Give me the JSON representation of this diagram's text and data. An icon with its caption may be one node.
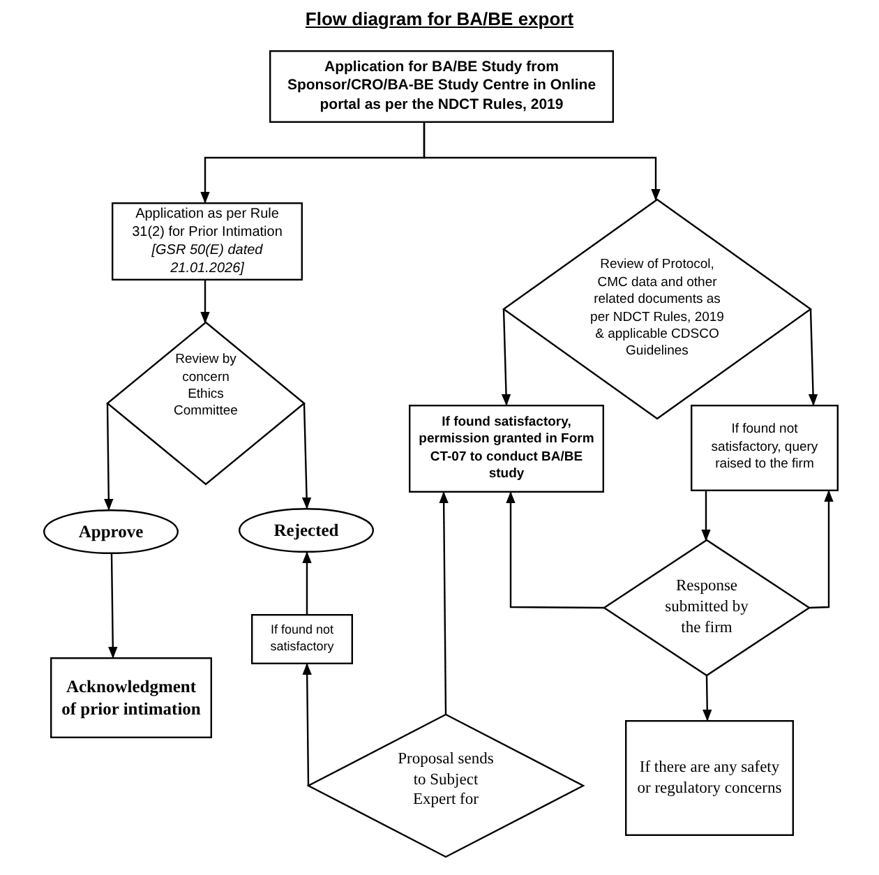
{
  "diagram": {
    "title": "Flow diagram for BA/BE export",
    "nodes": [
      {
        "text": [
          "Application for BA/BE Study from Sponsor/CRO/BA-BE Study Centre in Online portal as per the NDCT Rules, 2019"
        ]
      },
      {
        "text": [
          "Application as per Rule 31(2) for Prior Intimation *[GSR 50(E) dated 21.01.2026]*"
        ]
      },
      {
        "text": [
          "Review of Protocol, CMC data and other related documents as per NDCT Rules, 2019 & applicable CDSCO Guidelines"
        ]
      },
      {
        "text": [
          "Review by concern Ethics Committee"
        ]
      },
      {
        "text": [
          "Approve"
        ]
      },
      {
        "text": [
          "Rejected"
        ]
      },
      {
        "text": [
          "Acknowledgment of prior intimation"
        ]
      },
      {
        "text": [
          "If found satisfactory, permission granted in Form CT-07 to conduct BA/BE study"
        ]
      },
      {
        "text": [
          "If found not satisfactory, query raised to the firm"
        ]
      },
      {
        "text": [
          "Response submitted by the firm"
        ]
      },
      {
        "text": [
          "If there are any safety or regulatory concerns"
        ]
      },
      {
        "text": [
          "If found not satisfactory"
        ]
      },
      {
        "text": [
          "Proposal sends to Subject Expert for"
        ]
      }
    ],
    "edges": [
      {
        "from": 0,
        "to": 1,
        "arrow": "to"
      },
      {
        "from": 0,
        "to": 2,
        "arrow": "to"
      },
      {
        "from": 1,
        "to": 3,
        "arrow": "to"
      },
      {
        "from": 3,
        "to": 4,
        "arrow": "to"
      },
      {
        "from": 3,
        "to": 5,
        "arrow": "to"
      },
      {
        "from": 4,
        "to": 6,
        "arrow": "to"
      },
      {
        "from": 2,
        "to": 7,
        "arrow": "to"
      },
      {
        "from": 2,
        "to": 8,
        "arrow": "to"
      },
      {
        "from": 8,
        "to": 9,
        "arrow": "to"
      },
      {
        "from": 9,
        "to": 7,
        "arrow": "to"
      },
      {
        "from": 9,
        "to": 8,
        "arrow": "to"
      },
      {
        "from": 9,
        "to": 10,
        "arrow": "to"
      },
      {
        "from": 11,
        "to": 5,
        "arrow": "to"
      },
      {
        "from": 12,
        "to": 11,
        "arrow": "to"
      },
      {
        "from": 12,
        "to": 7,
        "arrow": "to"
      }
    ]
  }
}
